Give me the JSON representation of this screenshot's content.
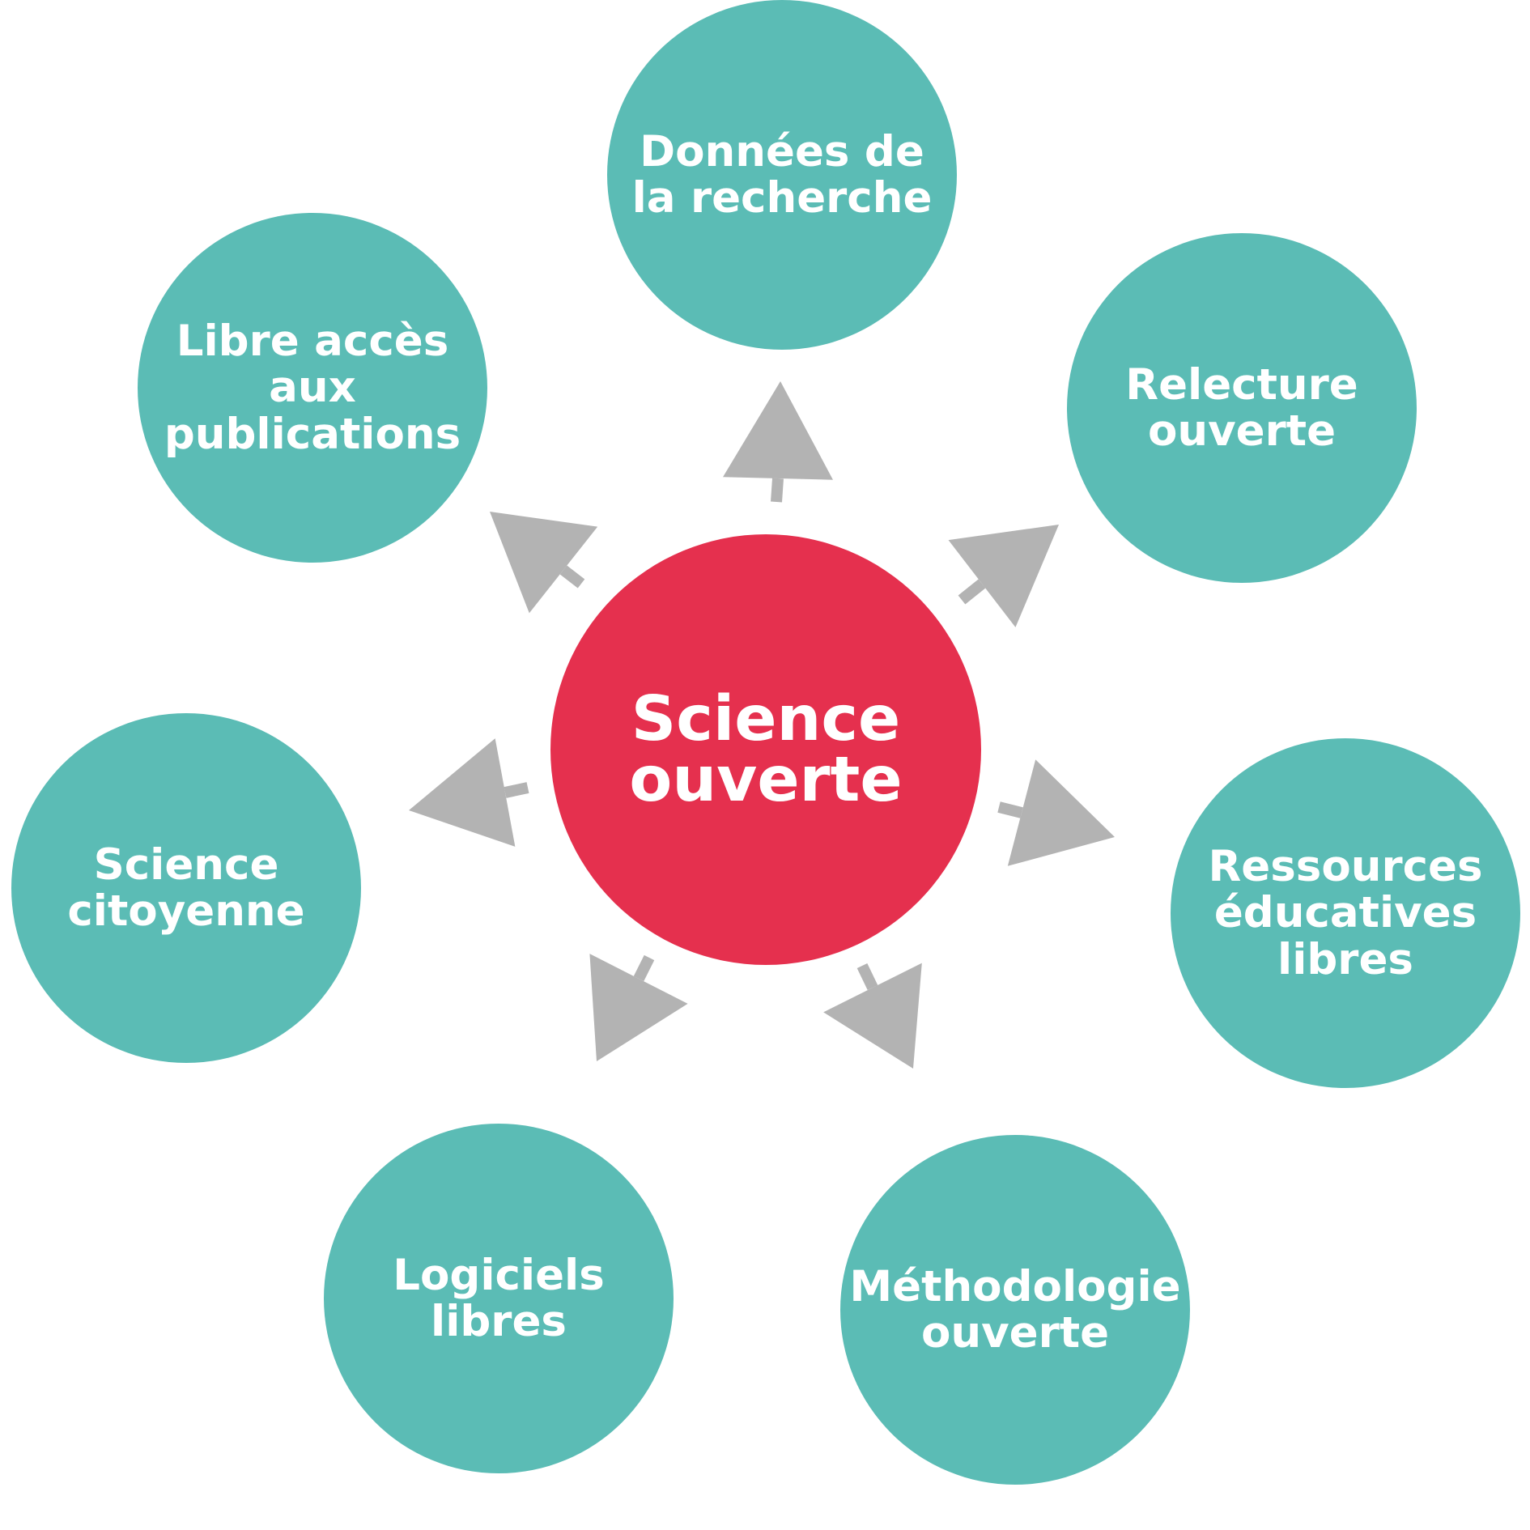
{
  "colors": {
    "center_fill": "#E5304E",
    "node_fill": "#5BBCB5",
    "arrow_fill": "#B3B3B3",
    "text": "#FFFFFF"
  },
  "center": {
    "label": "Science\nouverte"
  },
  "nodes": [
    {
      "id": "donnees",
      "label": "Données de\nla recherche"
    },
    {
      "id": "relecture",
      "label": "Relecture\nouverte"
    },
    {
      "id": "ressources",
      "label": "Ressources\néducatives\nlibres"
    },
    {
      "id": "methodologie",
      "label": "Méthodologie\nouverte"
    },
    {
      "id": "logiciels",
      "label": "Logiciels\nlibres"
    },
    {
      "id": "citoyenne",
      "label": "Science\ncitoyenne"
    },
    {
      "id": "libre-acces",
      "label": "Libre accès\naux\npublications"
    }
  ]
}
